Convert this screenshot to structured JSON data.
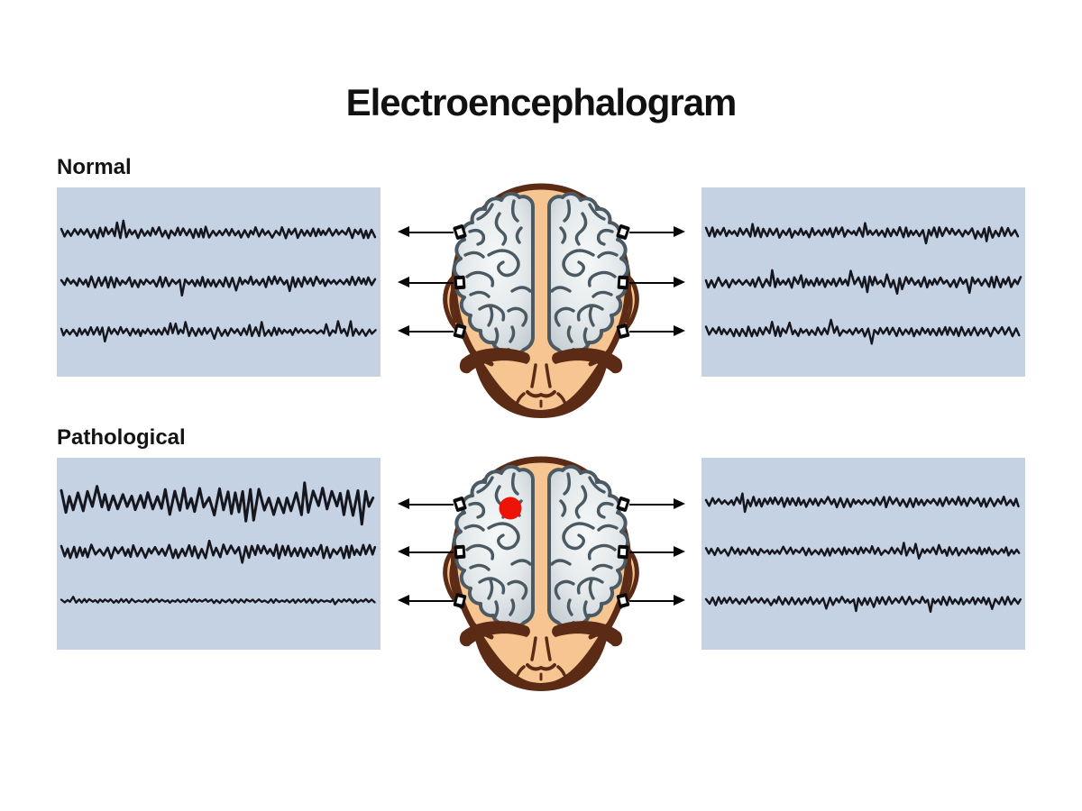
{
  "title": "Electroencephalogram",
  "sections": [
    {
      "id": "normal",
      "label": "Normal",
      "has_marker": false
    },
    {
      "id": "pathological",
      "label": "Pathological",
      "has_marker": true
    }
  ],
  "marker": {
    "name": "pathological-focus-dot",
    "color": "#ee1309",
    "hemisphere": "left"
  },
  "colors": {
    "panel_bg": "#c4d2e3",
    "trace": "#16161e",
    "skin": "#f7c591",
    "outline_brown": "#5b2b15",
    "brain_line": "#4a5962",
    "title_text": "#111111"
  },
  "waves": {
    "normal_left": {
      "traces": [
        {
          "baseline": 50,
          "amp": 4.5,
          "step": 3.4,
          "spike_p": 0.05,
          "spike_amp": 12,
          "width": 2.5,
          "seed": 11
        },
        {
          "baseline": 105,
          "amp": 4.6,
          "step": 3.4,
          "spike_p": 0.06,
          "spike_amp": 13,
          "width": 2.5,
          "seed": 23
        },
        {
          "baseline": 160,
          "amp": 3.6,
          "step": 3.3,
          "spike_p": 0.05,
          "spike_amp": 11,
          "width": 2.4,
          "seed": 37
        }
      ]
    },
    "normal_right": {
      "traces": [
        {
          "baseline": 50,
          "amp": 4.2,
          "step": 3.4,
          "spike_p": 0.05,
          "spike_amp": 10,
          "width": 2.5,
          "seed": 41
        },
        {
          "baseline": 105,
          "amp": 4.4,
          "step": 3.4,
          "spike_p": 0.06,
          "spike_amp": 11,
          "width": 2.5,
          "seed": 53
        },
        {
          "baseline": 160,
          "amp": 4.0,
          "step": 3.4,
          "spike_p": 0.06,
          "spike_amp": 11,
          "width": 2.4,
          "seed": 67
        }
      ]
    },
    "path_left": {
      "traces": [
        {
          "baseline": 49,
          "amp": 11,
          "step": 4.8,
          "spike_p": 0.1,
          "spike_amp": 21,
          "width": 3.0,
          "seed": 71
        },
        {
          "baseline": 104,
          "amp": 5.5,
          "step": 3.6,
          "spike_p": 0.07,
          "spike_amp": 13,
          "width": 2.6,
          "seed": 83
        },
        {
          "baseline": 159,
          "amp": 1.6,
          "step": 3.2,
          "spike_p": 0.02,
          "spike_amp": 4,
          "width": 2.3,
          "seed": 97
        }
      ]
    },
    "path_right": {
      "traces": [
        {
          "baseline": 49,
          "amp": 4.2,
          "step": 3.4,
          "spike_p": 0.05,
          "spike_amp": 9,
          "width": 2.5,
          "seed": 101
        },
        {
          "baseline": 104,
          "amp": 3.4,
          "step": 3.3,
          "spike_p": 0.04,
          "spike_amp": 8,
          "width": 2.4,
          "seed": 113
        },
        {
          "baseline": 159,
          "amp": 3.4,
          "step": 3.3,
          "spike_p": 0.05,
          "spike_amp": 10,
          "width": 2.4,
          "seed": 127
        }
      ]
    }
  }
}
